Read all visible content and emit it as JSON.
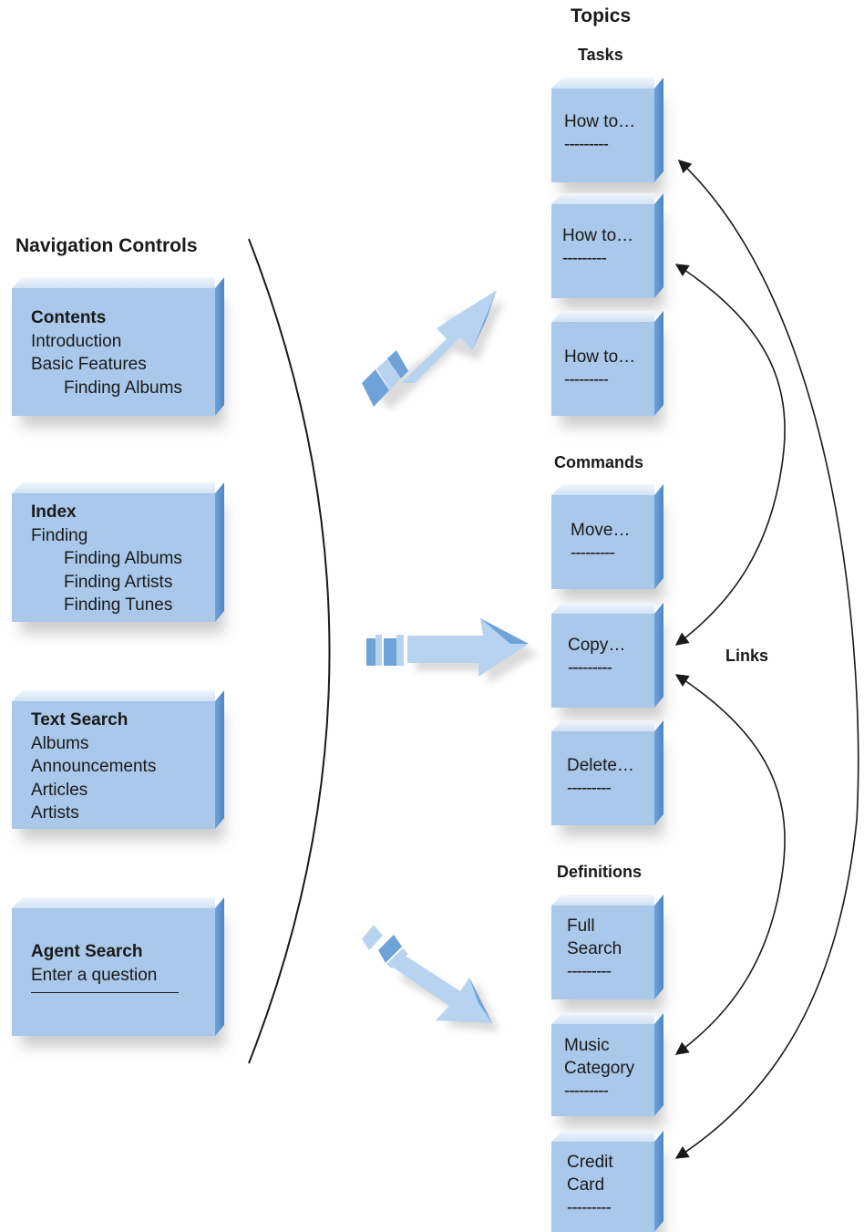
{
  "navigation": {
    "heading": "Navigation Controls",
    "boxes": [
      {
        "title": "Contents",
        "lines": [
          {
            "text": "Introduction",
            "indent": false
          },
          {
            "text": "Basic Features",
            "indent": false
          },
          {
            "text": "Finding Albums",
            "indent": true
          }
        ]
      },
      {
        "title": "Index",
        "lines": [
          {
            "text": "Finding",
            "indent": false
          },
          {
            "text": "Finding Albums",
            "indent": true
          },
          {
            "text": "Finding Artists",
            "indent": true
          },
          {
            "text": "Finding Tunes",
            "indent": true
          }
        ]
      },
      {
        "title": "Text Search",
        "lines": [
          {
            "text": "Albums",
            "indent": false
          },
          {
            "text": "Announcements",
            "indent": false
          },
          {
            "text": "Articles",
            "indent": false
          },
          {
            "text": "Artists",
            "indent": false
          }
        ]
      },
      {
        "title": "Agent Search",
        "lines": [
          {
            "text": "Enter a question",
            "indent": false
          }
        ]
      }
    ]
  },
  "topics": {
    "heading": "Topics",
    "sections": [
      {
        "heading": "Tasks",
        "items": [
          {
            "lines": [
              "How to…"
            ],
            "dash": "---------"
          },
          {
            "lines": [
              "How to…"
            ],
            "dash": "---------"
          },
          {
            "lines": [
              "How to…"
            ],
            "dash": "---------"
          }
        ]
      },
      {
        "heading": "Commands",
        "items": [
          {
            "lines": [
              "Move…"
            ],
            "dash": "---------"
          },
          {
            "lines": [
              "Copy…"
            ],
            "dash": "---------"
          },
          {
            "lines": [
              "Delete…"
            ],
            "dash": "---------"
          }
        ]
      },
      {
        "heading": "Definitions",
        "items": [
          {
            "lines": [
              "Full",
              "Search"
            ],
            "dash": "---------"
          },
          {
            "lines": [
              "Music",
              "Category"
            ],
            "dash": "---------"
          },
          {
            "lines": [
              "Credit",
              "Card"
            ],
            "dash": "---------"
          }
        ]
      }
    ]
  },
  "links_label": "Links",
  "colors": {
    "box_face": "#a9c8ea",
    "box_side": "#5a90cc",
    "arrow_light": "#b8d3f0",
    "arrow_dark": "#6ea2d8",
    "line": "#1a1a1a"
  }
}
